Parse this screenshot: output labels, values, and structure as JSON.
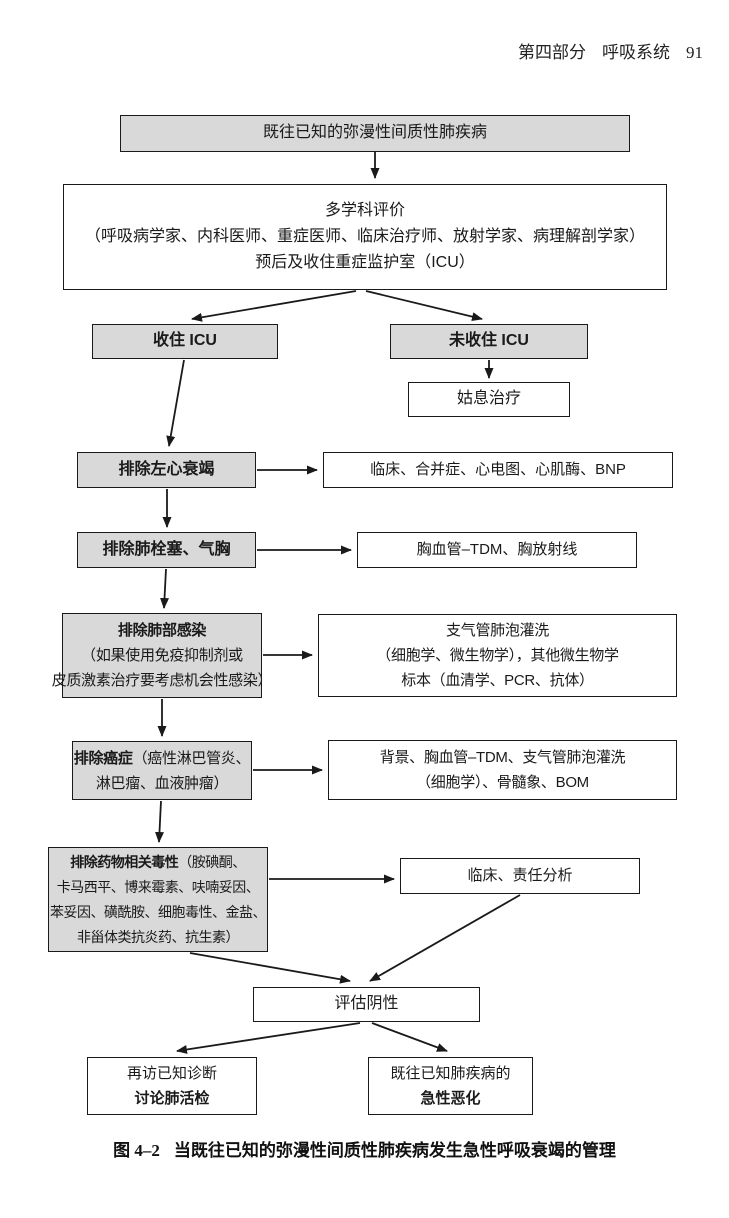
{
  "page_header": {
    "section": "第四部分",
    "title": "呼吸系统",
    "page_number": "91"
  },
  "flowchart": {
    "known_disease": "既往已知的弥漫性间质性肺疾病",
    "evaluation": {
      "l1": "多学科评价",
      "l2": "（呼吸病学家、内科医师、重症医师、临床治疗师、放射学家、病理解剖学家）",
      "l3": "预后及收住重症监护室（ICU）"
    },
    "icu": "收住 ICU",
    "no_icu": "未收住 ICU",
    "palliative": "姑息治疗",
    "heart_failure": "排除左心衰竭",
    "heart_tests": "临床、合并症、心电图、心肌酶、BNP",
    "embolism": "排除肺栓塞、气胸",
    "embolism_tests": "胸血管–TDM、胸放射线",
    "infection": {
      "l1": "排除肺部感染",
      "l2": "（如果使用免疫抑制剂或",
      "l3": "皮质激素治疗要考虑机会性感染）"
    },
    "infection_tests": {
      "l1": "支气管肺泡灌洗",
      "l2": "（细胞学、微生物学），其他微生物学",
      "l3": "标本（血清学、PCR、抗体）"
    },
    "cancer": {
      "lead": "排除癌症",
      "l1rest": "（癌性淋巴管炎、",
      "l2": "淋巴瘤、血液肿瘤）"
    },
    "cancer_tests": {
      "l1": "背景、胸血管–TDM、支气管肺泡灌洗",
      "l2": "（细胞学）、骨髓象、BOM"
    },
    "drug_toxicity": {
      "lead": "排除药物相关毒性",
      "l1rest": "（胺碘酮、",
      "l2": "卡马西平、博来霉素、呋喃妥因、",
      "l3": "苯妥因、磺酰胺、细胞毒性、金盐、",
      "l4": "非甾体类抗炎药、抗生素）"
    },
    "drug_tests": "临床、责任分析",
    "negative": "评估阴性",
    "revisit": {
      "l1": "再访已知诊断",
      "l2": "讨论肺活检"
    },
    "exacerbation": {
      "l1": "既往已知肺疾病的",
      "l2": "急性恶化"
    }
  },
  "caption": {
    "label": "图 4–2",
    "text": "当既往已知的弥漫性间质性肺疾病发生急性呼吸衰竭的管理"
  },
  "colors": {
    "box_gray": "#d9d9d9",
    "line": "#1a1a1a"
  }
}
